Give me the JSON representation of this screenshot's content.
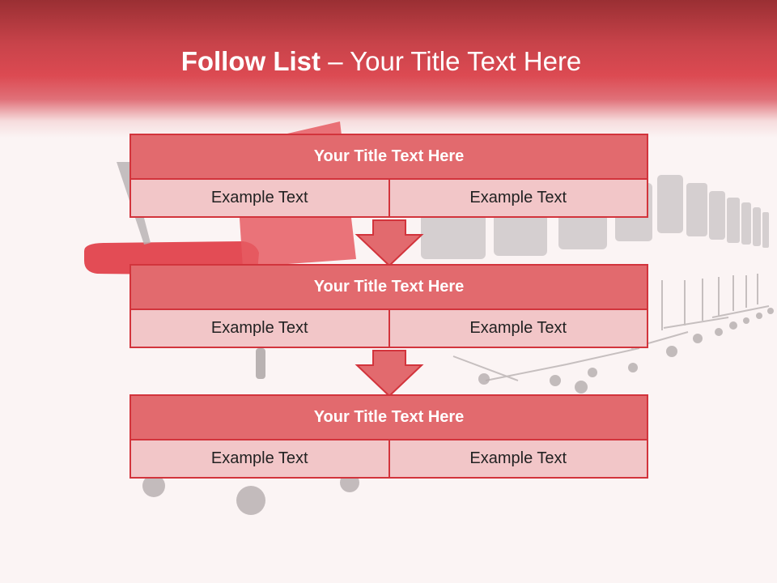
{
  "slide": {
    "title_bold": "Follow List",
    "title_rest": " – Your Title Text Here"
  },
  "steps": [
    {
      "title": "Your Title Text Here",
      "left": "Example Text",
      "right": "Example Text"
    },
    {
      "title": "Your Title Text Here",
      "left": "Example Text",
      "right": "Example Text"
    },
    {
      "title": "Your Title Text Here",
      "left": "Example Text",
      "right": "Example Text"
    }
  ],
  "colors": {
    "header_red": "#dc4a52",
    "box_border": "#d2343c",
    "box_head": "#e26a6e",
    "box_cell": "#f2c6c8",
    "background": "#fbf4f4"
  },
  "icons": [
    "down-arrow-icon",
    "down-arrow-icon"
  ]
}
